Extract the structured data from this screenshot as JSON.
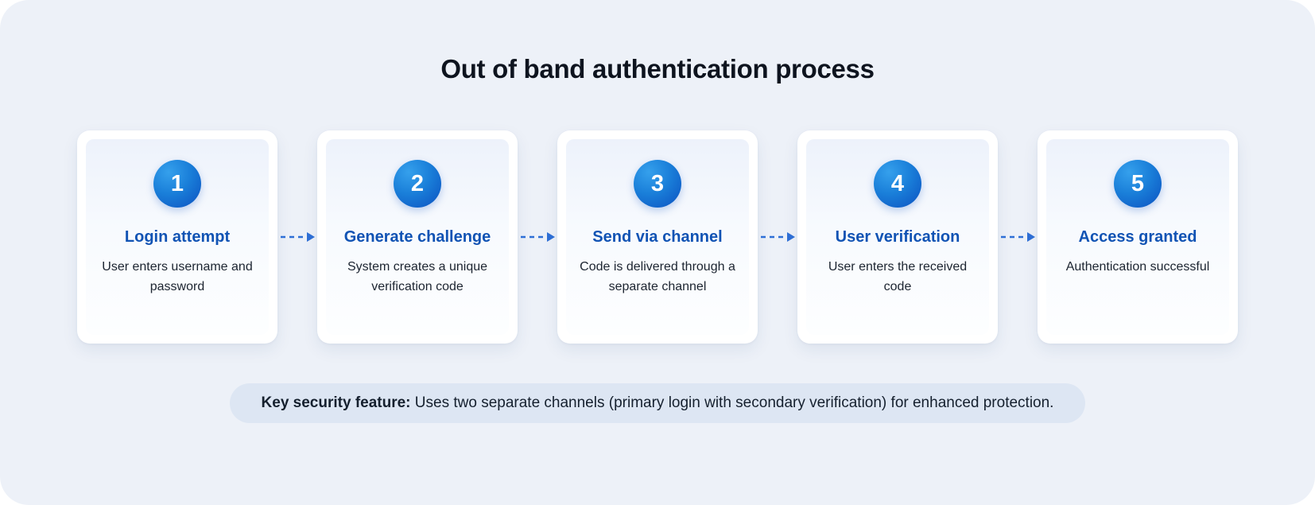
{
  "title": "Out of band authentication process",
  "steps": [
    {
      "number": "1",
      "title": "Login attempt",
      "description": "User enters username and password"
    },
    {
      "number": "2",
      "title": "Generate challenge",
      "description": "System creates a unique verification code"
    },
    {
      "number": "3",
      "title": "Send via channel",
      "description": "Code is delivered through a separate channel"
    },
    {
      "number": "4",
      "title": "User verification",
      "description": "User enters the received code"
    },
    {
      "number": "5",
      "title": "Access granted",
      "description": "Authentication successful"
    }
  ],
  "footer": {
    "label": "Key security feature:",
    "text": "Uses two separate channels (primary login with secondary verification) for enhanced protection."
  },
  "colors": {
    "background": "#edf1f8",
    "card": "#ffffff",
    "badge_gradient_top": "#35a0ec",
    "badge_gradient_bottom": "#0b50c0",
    "step_title": "#1153b4",
    "description_text": "#1c2430",
    "arrow": "#2e6fd6",
    "footer_background": "#dde6f3",
    "title_text": "#0e141f"
  }
}
